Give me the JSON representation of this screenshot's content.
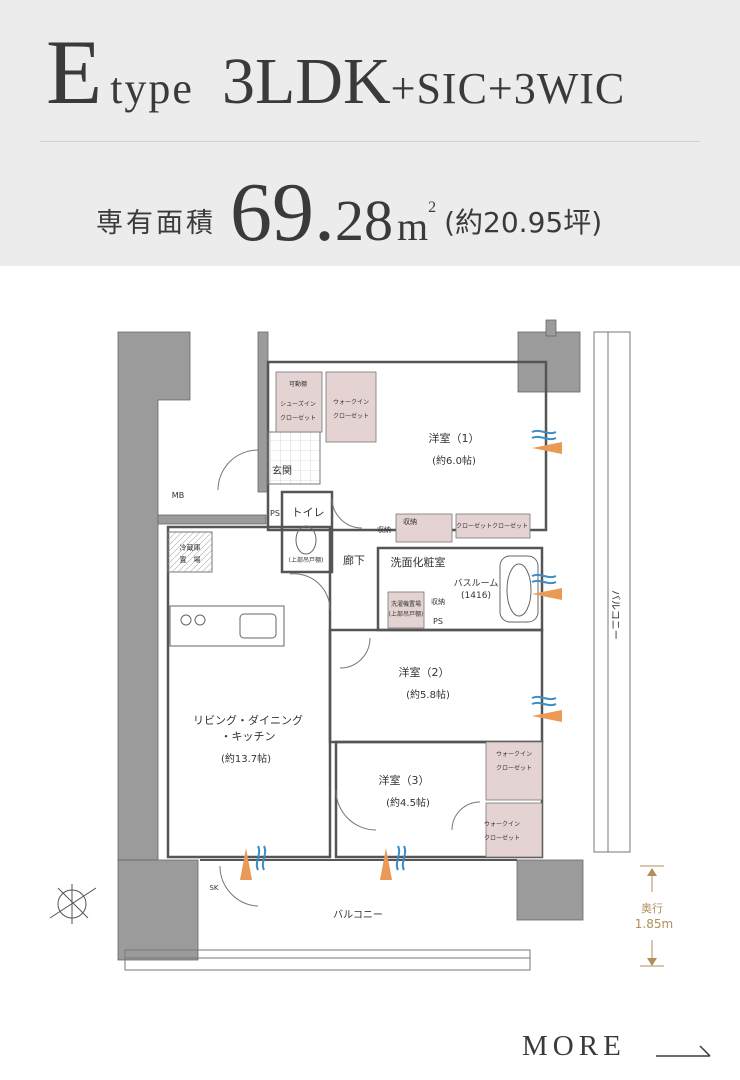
{
  "title": {
    "letter": "E",
    "type_word": "type",
    "layout": "3LDK",
    "extras": "+SIC+3WIC"
  },
  "area": {
    "label": "専有面積",
    "value_int": "69.",
    "value_dec": "28",
    "unit": "m",
    "unit_sup": "2",
    "tsubo": "(約20.95坪)"
  },
  "rooms": {
    "r1_name": "洋室（1）",
    "r1_size": "(約6.0帖)",
    "r2_name": "洋室（2）",
    "r2_size": "(約5.8帖)",
    "r3_name": "洋室（3）",
    "r3_size": "(約4.5帖)",
    "ldk_line1": "リビング・ダイニング",
    "ldk_line2": "・キッチン",
    "ldk_size": "(約13.7帖)",
    "powder": "洗面化粧室",
    "bath_line1": "バスルーム",
    "bath_line2": "(1416)",
    "hall": "廊下",
    "toilet": "トイレ",
    "entrance": "玄関",
    "mb": "MB",
    "ps1": "PS",
    "ps2": "PS",
    "sk": "SK",
    "storage1": "収納",
    "storage2": "収納",
    "storage3": "収納"
  },
  "closets": {
    "movable": "可動棚",
    "shoes_in1": "シューズイン",
    "shoes_in2": "クローゼット",
    "wic_top1": "ウォークイン",
    "wic_top2": "クローゼット",
    "closet_a": "クローゼット",
    "closet_b": "クローゼット",
    "wic_r3a1": "ウォークイン",
    "wic_r3a2": "クローゼット",
    "wic_r3b1": "ウォークイン",
    "wic_r3b2": "クローゼット",
    "fridge1": "冷蔵庫",
    "fridge2": "置　場",
    "toilet_shelf": "(上部吊戸棚)",
    "washer1": "洗濯機置場",
    "washer2": "(上部吊戸棚)"
  },
  "balcony": {
    "bottom": "バルコニー",
    "right": "バルコニー",
    "depth_label": "奥行",
    "depth_value": "1.85m"
  },
  "more_label": "MORE"
}
